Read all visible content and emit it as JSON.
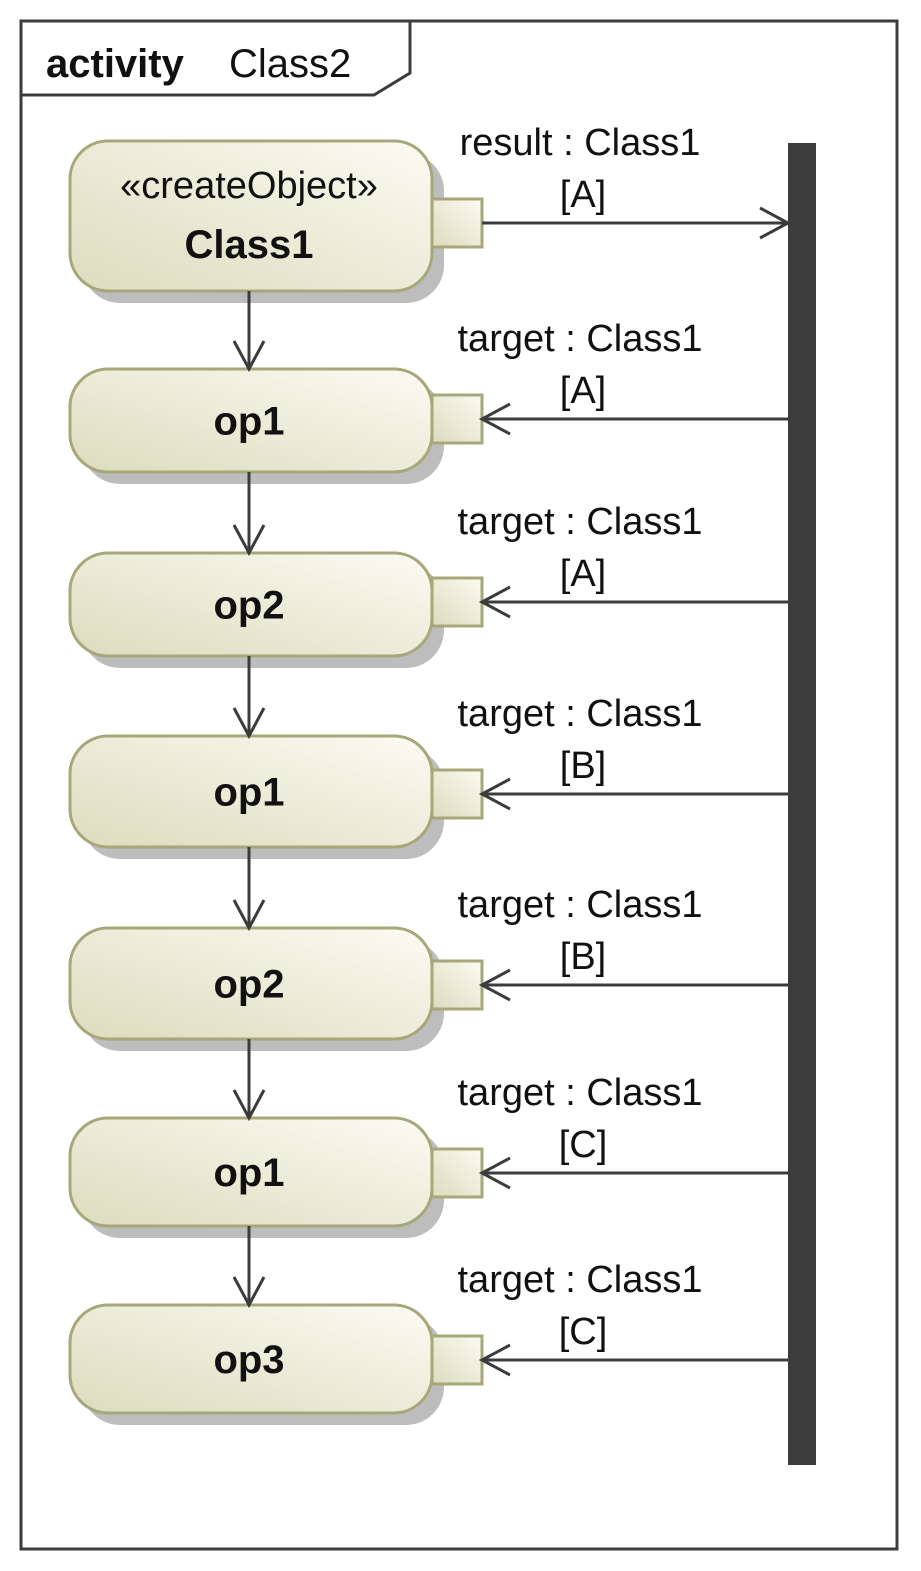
{
  "frame": {
    "keyword": "activity",
    "name": "Class2"
  },
  "colors": {
    "node_fill_light": "#fbfbf3",
    "node_fill_dark": "#dcdcbe",
    "node_stroke": "#a7a77a",
    "shadow": "#bdbdbd",
    "line": "#3c3c3c",
    "bar": "#3c3c3c"
  },
  "actions": [
    {
      "stereotype": "«createObject»",
      "name": "Class1",
      "pin_label": "result : Class1",
      "pin_state": "[A]",
      "flow": "out"
    },
    {
      "stereotype": "",
      "name": "op1",
      "pin_label": "target : Class1",
      "pin_state": "[A]",
      "flow": "in"
    },
    {
      "stereotype": "",
      "name": "op2",
      "pin_label": "target : Class1",
      "pin_state": "[A]",
      "flow": "in"
    },
    {
      "stereotype": "",
      "name": "op1",
      "pin_label": "target : Class1",
      "pin_state": "[B]",
      "flow": "in"
    },
    {
      "stereotype": "",
      "name": "op2",
      "pin_label": "target : Class1",
      "pin_state": "[B]",
      "flow": "in"
    },
    {
      "stereotype": "",
      "name": "op1",
      "pin_label": "target : Class1",
      "pin_state": "[C]",
      "flow": "in"
    },
    {
      "stereotype": "",
      "name": "op3",
      "pin_label": "target : Class1",
      "pin_state": "[C]",
      "flow": "in"
    }
  ],
  "fork_bar": {
    "kind": "fork"
  }
}
